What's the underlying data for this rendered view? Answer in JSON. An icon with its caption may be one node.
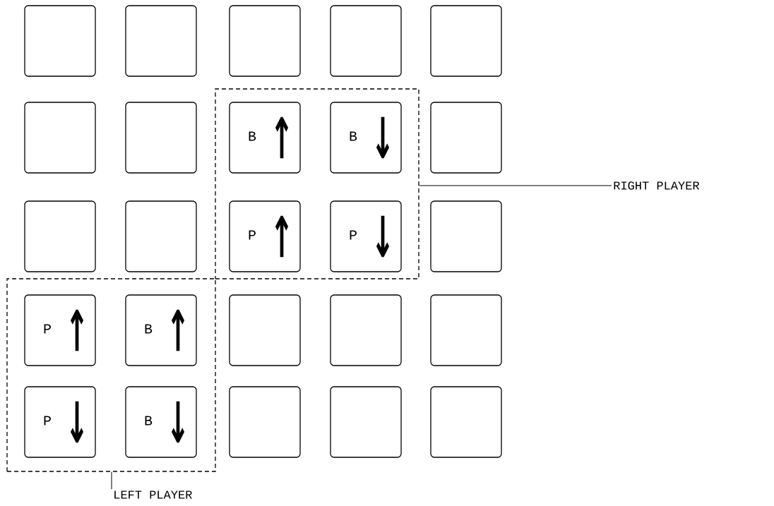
{
  "diagram": {
    "nodes": [
      {
        "text": [],
        "shape": "box"
      },
      {
        "text": [],
        "shape": "box"
      },
      {
        "text": [],
        "shape": "box"
      },
      {
        "text": [],
        "shape": "box"
      },
      {
        "text": [],
        "shape": "box"
      },
      {
        "text": [],
        "shape": "box"
      },
      {
        "text": [],
        "shape": "box"
      },
      {
        "text": [],
        "shape": "box"
      },
      {
        "text": [
          "B",
          "↑"
        ],
        "in": 5
      },
      {
        "text": [
          "B",
          "↓"
        ],
        "in": 5
      },
      {
        "text": [],
        "shape": "box"
      },
      {
        "text": [
          "RIGHT PLAYER"
        ]
      },
      {
        "text": [],
        "shape": "box"
      },
      {
        "text": [],
        "shape": "box"
      },
      {
        "text": [
          "P",
          "↑"
        ],
        "in": 5
      },
      {
        "text": [
          "P",
          "↓"
        ],
        "in": 5
      },
      {
        "text": [],
        "shape": "box"
      },
      {
        "text": [],
        "shape": "box"
      },
      {
        "text": [
          "P",
          "↑"
        ],
        "in": 17
      },
      {
        "text": [
          "B",
          "↑"
        ],
        "in": 17
      },
      {
        "text": [],
        "shape": "box"
      },
      {
        "text": [],
        "shape": "box"
      },
      {
        "text": [],
        "shape": "box"
      },
      {
        "text": [
          "P",
          "↓"
        ],
        "in": 17
      },
      {
        "text": [
          "B",
          "↓"
        ],
        "in": 17
      },
      {
        "text": [],
        "shape": "box"
      },
      {
        "text": [],
        "shape": "box"
      },
      {
        "text": [],
        "shape": "box"
      },
      {
        "text": [
          "LEFT PLAYER"
        ]
      }
    ],
    "edges": [
      {
        "from": 11,
        "to": 5,
        "arrow": "none"
      },
      {
        "from": 28,
        "to": 17,
        "arrow": "none"
      }
    ]
  }
}
